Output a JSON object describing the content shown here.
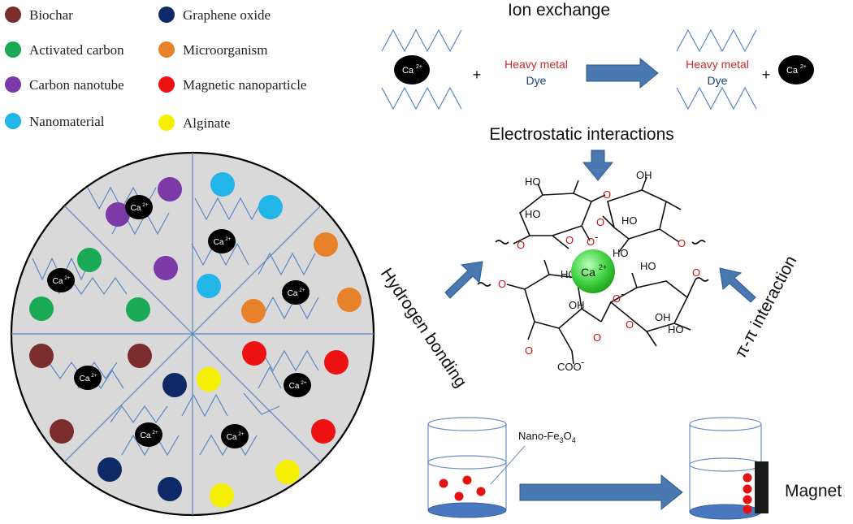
{
  "legend": [
    {
      "key": "biochar",
      "label": "Biochar",
      "color": "#7b2c2c"
    },
    {
      "key": "activated-carbon",
      "label": "Activated carbon",
      "color": "#1aaa55"
    },
    {
      "key": "carbon-nanotube",
      "label": "Carbon nanotube",
      "color": "#7b3aa8"
    },
    {
      "key": "nanomaterial",
      "label": "Nanomaterial",
      "color": "#22b5e8"
    },
    {
      "key": "graphene-oxide",
      "label": "Graphene oxide",
      "color": "#0d2a66"
    },
    {
      "key": "microorganism",
      "label": "Microorganism",
      "color": "#e8822a"
    },
    {
      "key": "magnetic-nanoparticle",
      "label": "Magnetic nanoparticle",
      "color": "#ee1111"
    },
    {
      "key": "alginate",
      "label": "Alginate",
      "color": "#f5f000"
    }
  ],
  "ion_label": "Ca",
  "ion_charge": "2+",
  "ion_exchange": {
    "title": "Ion exchange",
    "plus": "+",
    "heavy_metal": "Heavy metal",
    "dye": "Dye"
  },
  "electrostatic": {
    "title": "Electrostatic interactions"
  },
  "hydrogen_bonding": {
    "title": "Hydrogen bonding"
  },
  "pi_interaction": {
    "title": "π-π interaction"
  },
  "chem": {
    "ho": "HO",
    "oh": "OH",
    "o": "O",
    "o_minus": "O",
    "minus": "-",
    "coo": "COO",
    "ca_center": "Ca",
    "ca_center_charge": "2+"
  },
  "magnet": {
    "nano_label": "Nano-Fe",
    "nano_sub3": "3",
    "nano_o": "O",
    "nano_sub4": "4",
    "magnet_label": "Magnet"
  },
  "colors": {
    "disc": "#d9d9d9",
    "arrow": "#4a78b0",
    "zigzag": "#5b86c4",
    "heavy_metal": "#c0302c",
    "dye": "#1f3f7a",
    "oxygen": "#d01010",
    "center_ca": "#3fd13f"
  }
}
